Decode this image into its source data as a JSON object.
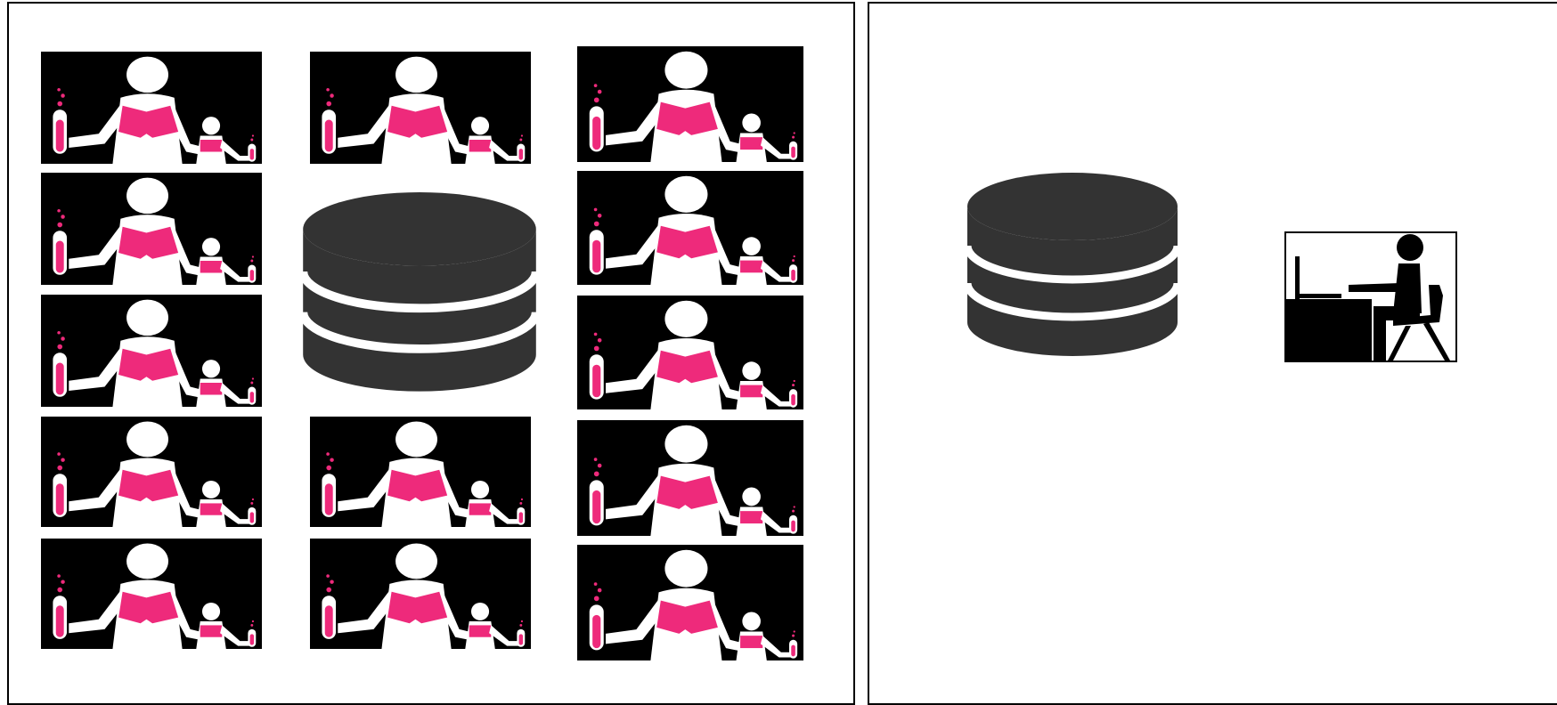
{
  "colors": {
    "accent": "#ee2a7b",
    "database": "#333333",
    "tile_background": "#000000",
    "figure": "#ffffff",
    "border": "#000000"
  },
  "left_panel": {
    "tiles": [
      {
        "icon": "scientist-with-child-icon",
        "row": 1,
        "column": 1
      },
      {
        "icon": "scientist-with-child-icon",
        "row": 1,
        "column": 2
      },
      {
        "icon": "scientist-with-child-icon",
        "row": 1,
        "column": 3
      },
      {
        "icon": "scientist-with-child-icon",
        "row": 2,
        "column": 1
      },
      {
        "icon": "scientist-with-child-icon",
        "row": 2,
        "column": 3
      },
      {
        "icon": "scientist-with-child-icon",
        "row": 3,
        "column": 1
      },
      {
        "icon": "scientist-with-child-icon",
        "row": 3,
        "column": 3
      },
      {
        "icon": "scientist-with-child-icon",
        "row": 4,
        "column": 1
      },
      {
        "icon": "scientist-with-child-icon",
        "row": 4,
        "column": 2
      },
      {
        "icon": "scientist-with-child-icon",
        "row": 4,
        "column": 3
      },
      {
        "icon": "scientist-with-child-icon",
        "row": 5,
        "column": 1
      },
      {
        "icon": "scientist-with-child-icon",
        "row": 5,
        "column": 2
      },
      {
        "icon": "scientist-with-child-icon",
        "row": 5,
        "column": 3
      }
    ],
    "center_icon": "database-icon"
  },
  "right_panel": {
    "icons": [
      "database-icon",
      "person-at-computer-icon"
    ]
  }
}
